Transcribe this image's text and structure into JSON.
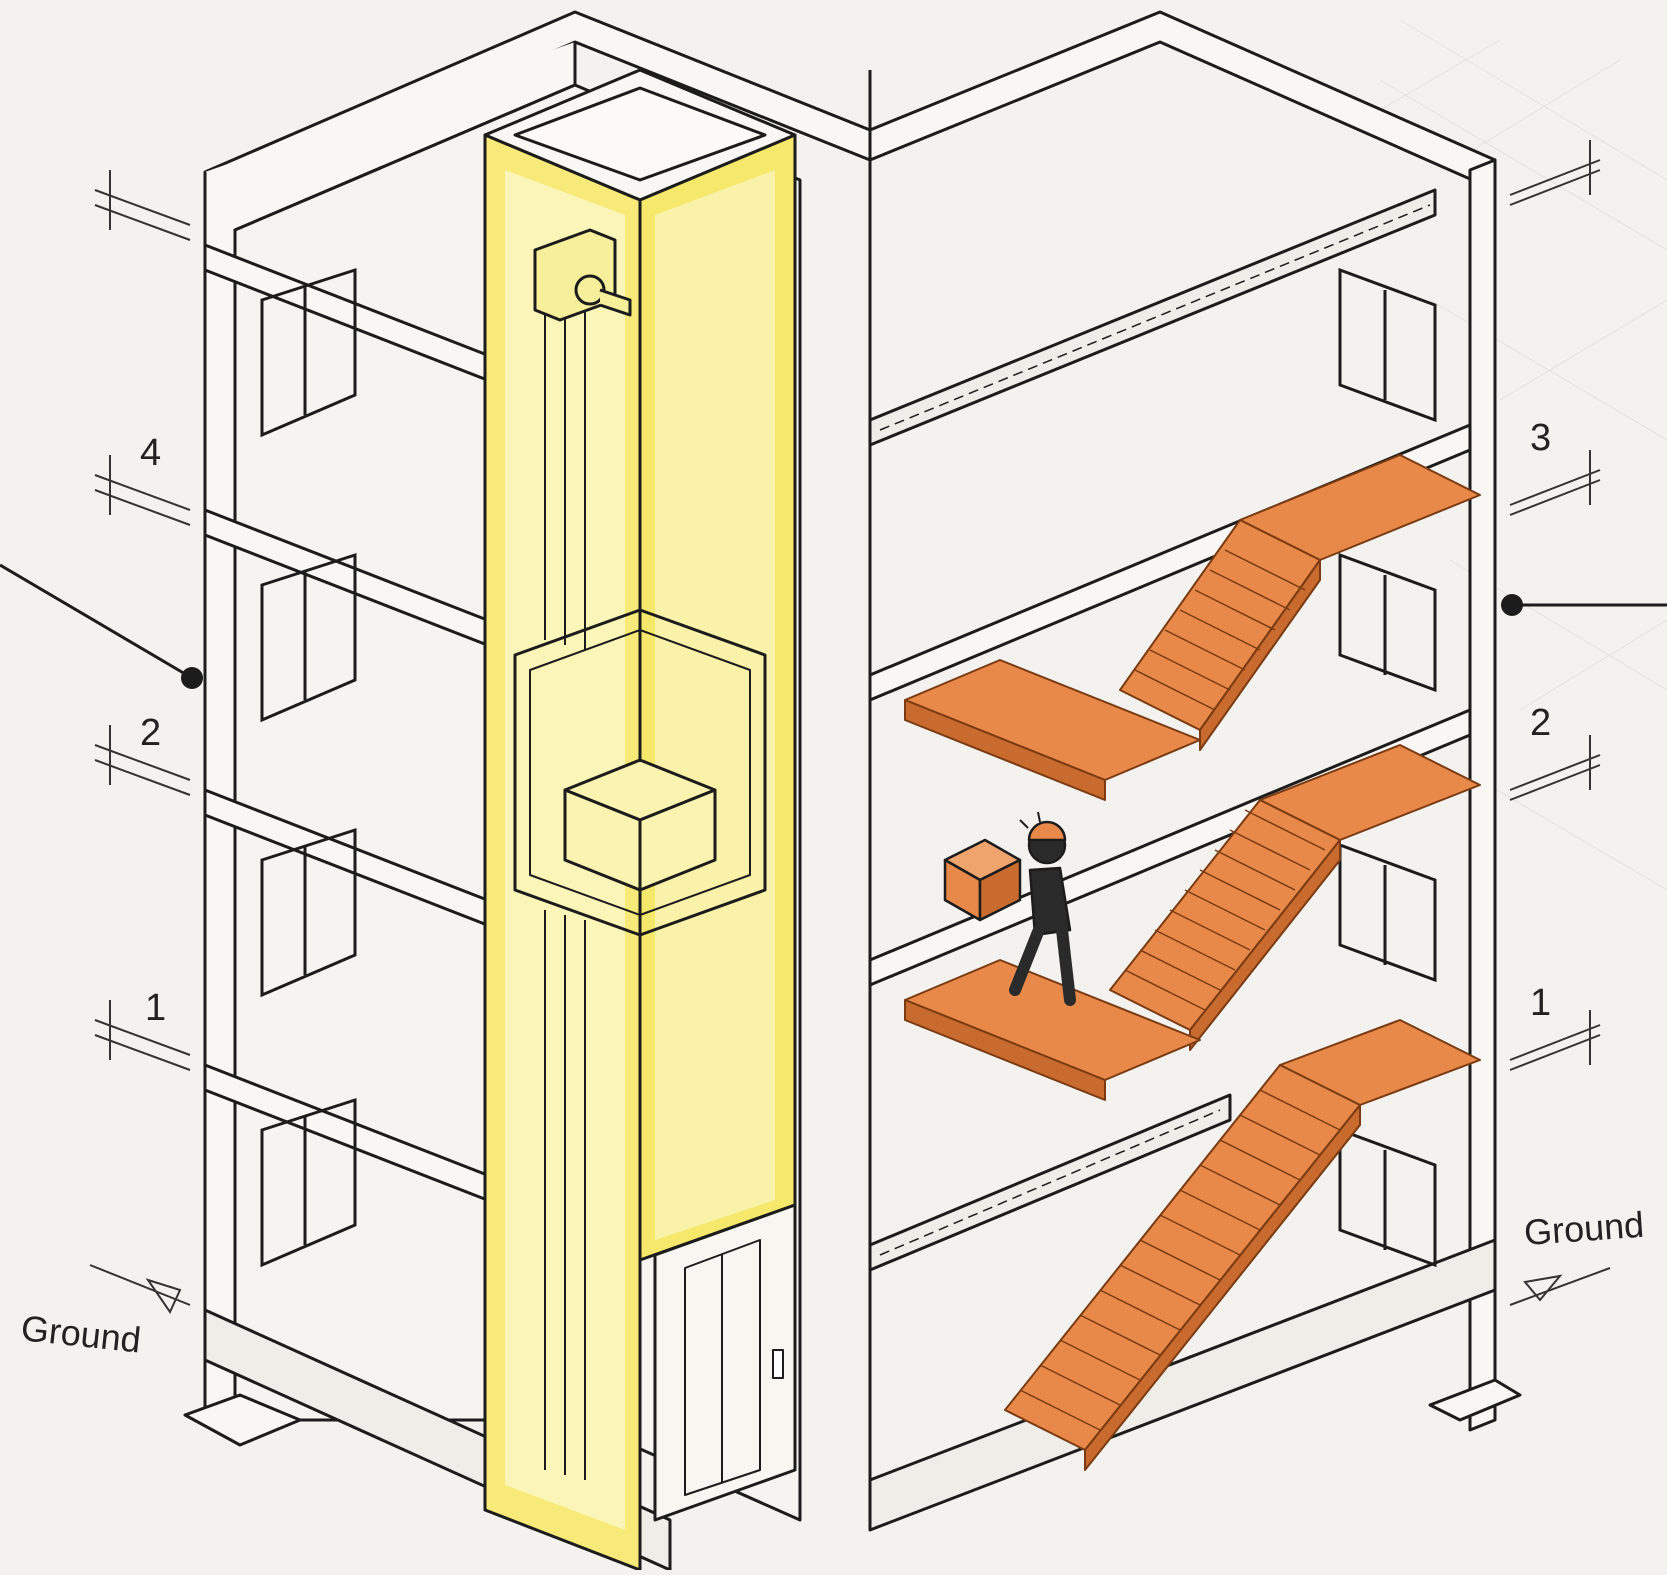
{
  "diagram": {
    "left_block": {
      "floor_labels": [
        "4",
        "2",
        "1"
      ],
      "ground_label": "Ground"
    },
    "right_block": {
      "floor_labels": [
        "3",
        "2",
        "1"
      ],
      "ground_label": "Ground"
    }
  },
  "colors": {
    "background": "#f3f2ee",
    "line": "#1c1c1c",
    "elevator_shaft": "#f6e86a",
    "stairs": "#e8894a",
    "stairs_dark": "#c96a2f",
    "worker_body": "#2a2a2a",
    "worker_helmet": "#e8894a"
  },
  "icons": {
    "elevator": "elevator-shaft-icon",
    "stairs": "staircase-icon",
    "worker": "worker-carrying-box-icon",
    "callout": "callout-dot-icon",
    "level_marker": "level-triangle-icon"
  }
}
